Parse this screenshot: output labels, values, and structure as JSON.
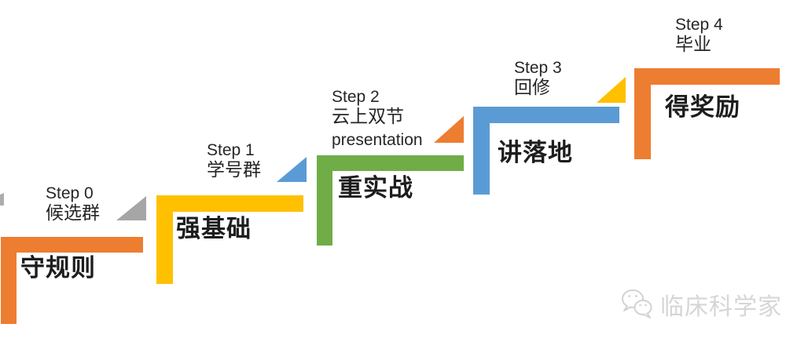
{
  "steps": [
    {
      "step_label": "Step 0",
      "sub_label": "候选群",
      "extra_label": "",
      "action_label": "守规则",
      "color": "#ED7D31",
      "triangle_color": "#A6A6A6"
    },
    {
      "step_label": "Step 1",
      "sub_label": "学号群",
      "extra_label": "",
      "action_label": "强基础",
      "color": "#FFC000",
      "triangle_color": "#5B9BD5"
    },
    {
      "step_label": "Step 2",
      "sub_label": "云上双节",
      "extra_label": "presentation",
      "action_label": "重实战",
      "color": "#70AD47",
      "triangle_color": "#ED7D31"
    },
    {
      "step_label": "Step 3",
      "sub_label": "回修",
      "extra_label": "",
      "action_label": "讲落地",
      "color": "#5B9BD5",
      "triangle_color": "#FFC000"
    },
    {
      "step_label": "Step 4",
      "sub_label": "毕业",
      "extra_label": "",
      "action_label": "得奖励",
      "color": "#ED7D31",
      "triangle_color": ""
    }
  ],
  "watermark": {
    "text": "临床科学家",
    "logo": "wechat-icon",
    "color": "#D6D6D6"
  },
  "colors": {
    "orange": "#ED7D31",
    "yellow": "#FFC000",
    "green": "#70AD47",
    "blue": "#5B9BD5",
    "gray": "#A6A6A6",
    "text": "#212121",
    "background": "#FFFFFF"
  }
}
